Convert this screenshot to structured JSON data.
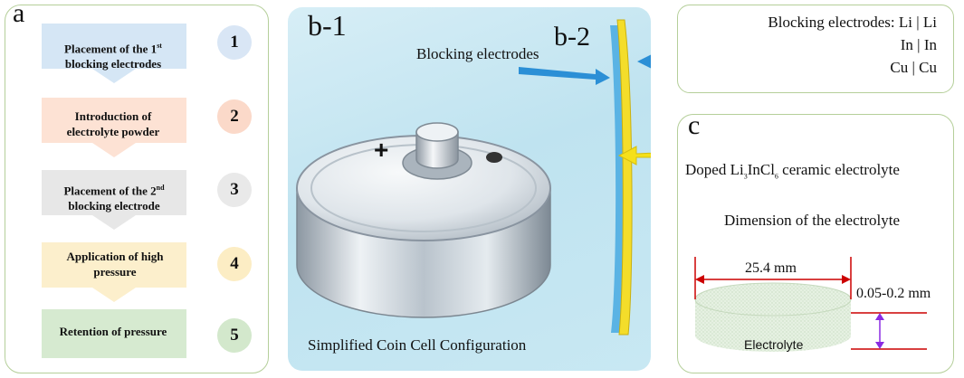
{
  "colors": {
    "step1": "#d5e6f5",
    "step2": "#fde2d4",
    "step3": "#e7e7e7",
    "step4": "#fcefcc",
    "step5": "#d6ead0",
    "num1": "#d9e6f5",
    "num2": "#fbd9c9",
    "num3": "#e9e9e9",
    "num4": "#fcedc4",
    "num5": "#d3e8cc",
    "panel_border": "#b5cf9a",
    "arrow_blue": "#2b8fd6",
    "arrow_yellow": "#f5e01a",
    "dimension": "#cc0000",
    "double_arrow": "#8a2be2"
  },
  "panel_a": {
    "letter": "a",
    "steps": [
      {
        "label_pre": "Placement of the 1",
        "label_sup": "st",
        "label_post": " blocking electrodes",
        "number": "1"
      },
      {
        "label": "Introduction of electrolyte powder",
        "number": "2"
      },
      {
        "label_pre": "Placement of the 2",
        "label_sup": "nd",
        "label_post": " blocking electrode",
        "number": "3"
      },
      {
        "label": "Application of high pressure",
        "number": "4"
      },
      {
        "label": "Retention of pressure",
        "number": "5"
      }
    ]
  },
  "panel_b": {
    "letter_b1": "b-1",
    "letter_b2": "b-2",
    "blocking_label": "Blocking electrodes",
    "caption": "Simplified Coin Cell Configuration",
    "plus": "+"
  },
  "panel_b2_box": {
    "title": "Blocking electrodes: Li | Li",
    "line2": "In | In",
    "line3": "Cu | Cu"
  },
  "panel_c": {
    "letter": "c",
    "electrolyte_pre": "Doped Li",
    "electrolyte_sub1": "3",
    "electrolyte_mid": "InCl",
    "electrolyte_sub2": "6",
    "electrolyte_post": " ceramic electrolyte",
    "dimension_title": "Dimension of the electrolyte",
    "diameter": "25.4 mm",
    "thickness": "0.05-0.2 mm",
    "disk_label": "Electrolyte"
  }
}
